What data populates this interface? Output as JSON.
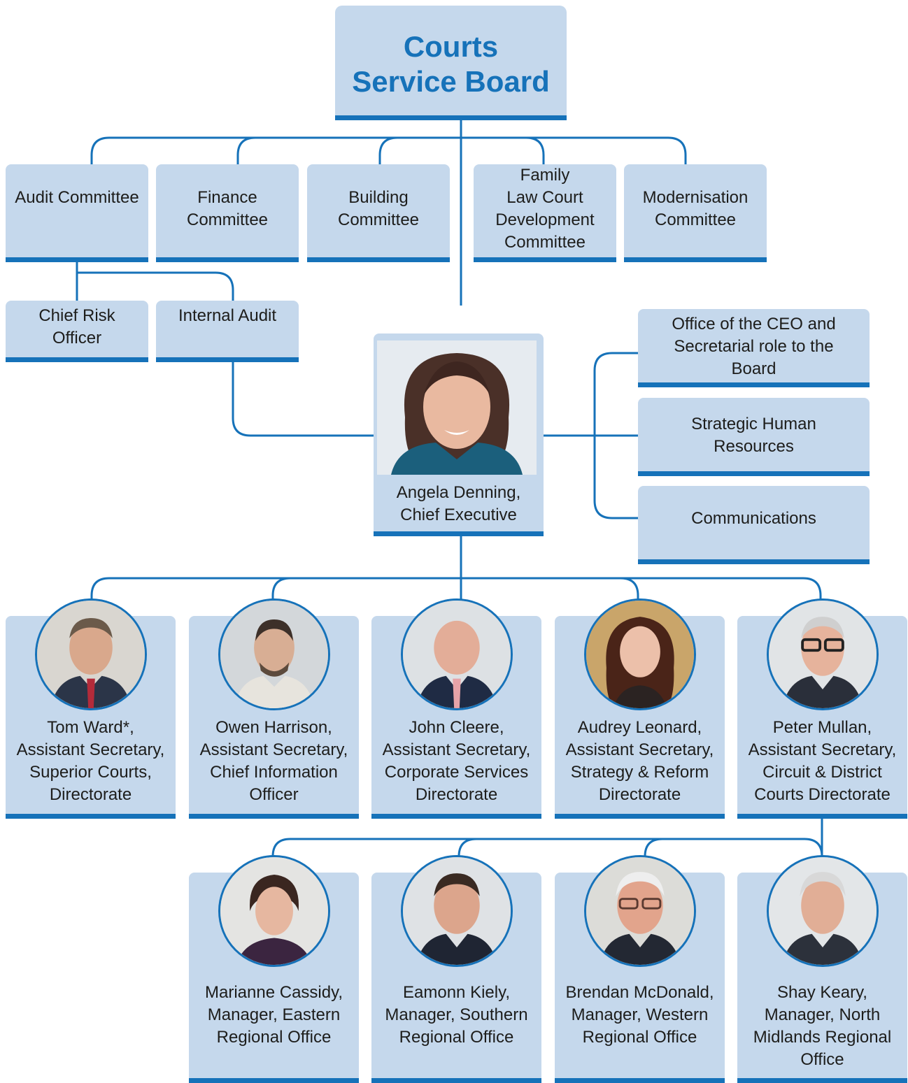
{
  "board": {
    "line1": "Courts",
    "line2": "Service Board"
  },
  "committees": [
    {
      "lines": [
        "Audit Committee"
      ]
    },
    {
      "lines": [
        "Finance",
        "Committee"
      ]
    },
    {
      "lines": [
        "Building",
        "Committee"
      ]
    },
    {
      "lines": [
        "Family",
        "Law Court",
        "Development",
        "Committee"
      ]
    },
    {
      "lines": [
        "Modernisation",
        "Committee"
      ]
    }
  ],
  "audit_units": [
    {
      "lines": [
        "Chief Risk",
        "Officer"
      ]
    },
    {
      "lines": [
        "Internal Audit"
      ]
    }
  ],
  "ceo": {
    "name": "Angela Denning,",
    "title": "Chief Executive"
  },
  "ceo_offices": [
    {
      "lines": [
        "Office of the CEO and",
        "Secretarial role to the",
        "Board"
      ]
    },
    {
      "lines": [
        "Strategic Human",
        "Resources"
      ]
    },
    {
      "lines": [
        "Communications"
      ]
    }
  ],
  "directors": [
    {
      "lines": [
        "Tom Ward*,",
        "Assistant Secretary,",
        "Superior Courts,",
        "Directorate"
      ]
    },
    {
      "lines": [
        "Owen Harrison,",
        "Assistant Secretary,",
        "Chief Information",
        "Officer"
      ]
    },
    {
      "lines": [
        "John Cleere,",
        "Assistant Secretary,",
        "Corporate Services",
        "Directorate"
      ]
    },
    {
      "lines": [
        "Audrey Leonard,",
        "Assistant Secretary,",
        "Strategy & Reform",
        "Directorate"
      ]
    },
    {
      "lines": [
        "Peter Mullan,",
        "Assistant Secretary,",
        "Circuit & District",
        "Courts Directorate"
      ]
    }
  ],
  "regional_managers": [
    {
      "lines": [
        "Marianne Cassidy,",
        "Manager, Eastern",
        "Regional Office"
      ]
    },
    {
      "lines": [
        "Eamonn Kiely,",
        "Manager, Southern",
        "Regional Office"
      ]
    },
    {
      "lines": [
        "Brendan McDonald,",
        "Manager, Western",
        "Regional Office"
      ]
    },
    {
      "lines": [
        "Shay Keary,",
        "Manager, North",
        "Midlands Regional",
        "Office"
      ]
    }
  ],
  "colors": {
    "accent": "#1672b9",
    "box_fill": "#c5d8ec",
    "text": "#1d1d1b"
  }
}
